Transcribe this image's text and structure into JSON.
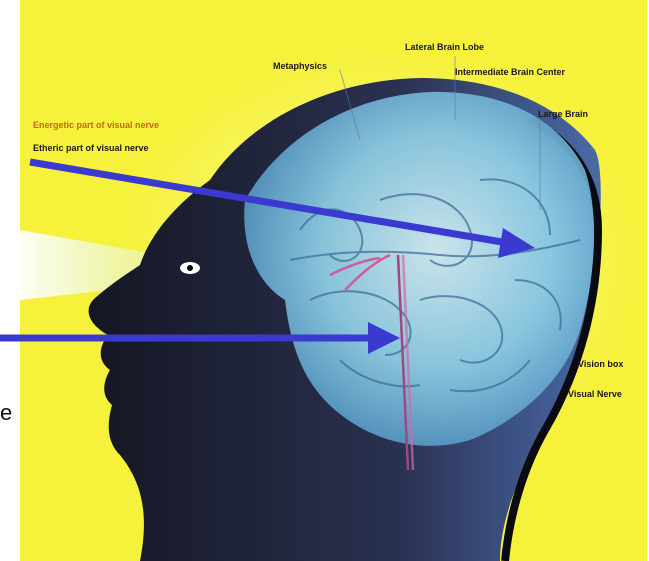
{
  "labels": {
    "top_left": "Metaphysics",
    "top_center": "Lateral Brain Lobe",
    "top_right": "Intermediate Brain Center",
    "large_brain": "Large Brain",
    "orange_label": "Energetic part of visual nerve",
    "white_label": "Etheric part of visual nerve",
    "right_mid": "Vision box",
    "right_low": "Visual Nerve",
    "edge_letter": "e"
  },
  "colors": {
    "background": "#f6f23c",
    "arrow": "#3a3ad0",
    "head_dark": "#1c1e2c",
    "brain_light": "#bfe6f0"
  }
}
